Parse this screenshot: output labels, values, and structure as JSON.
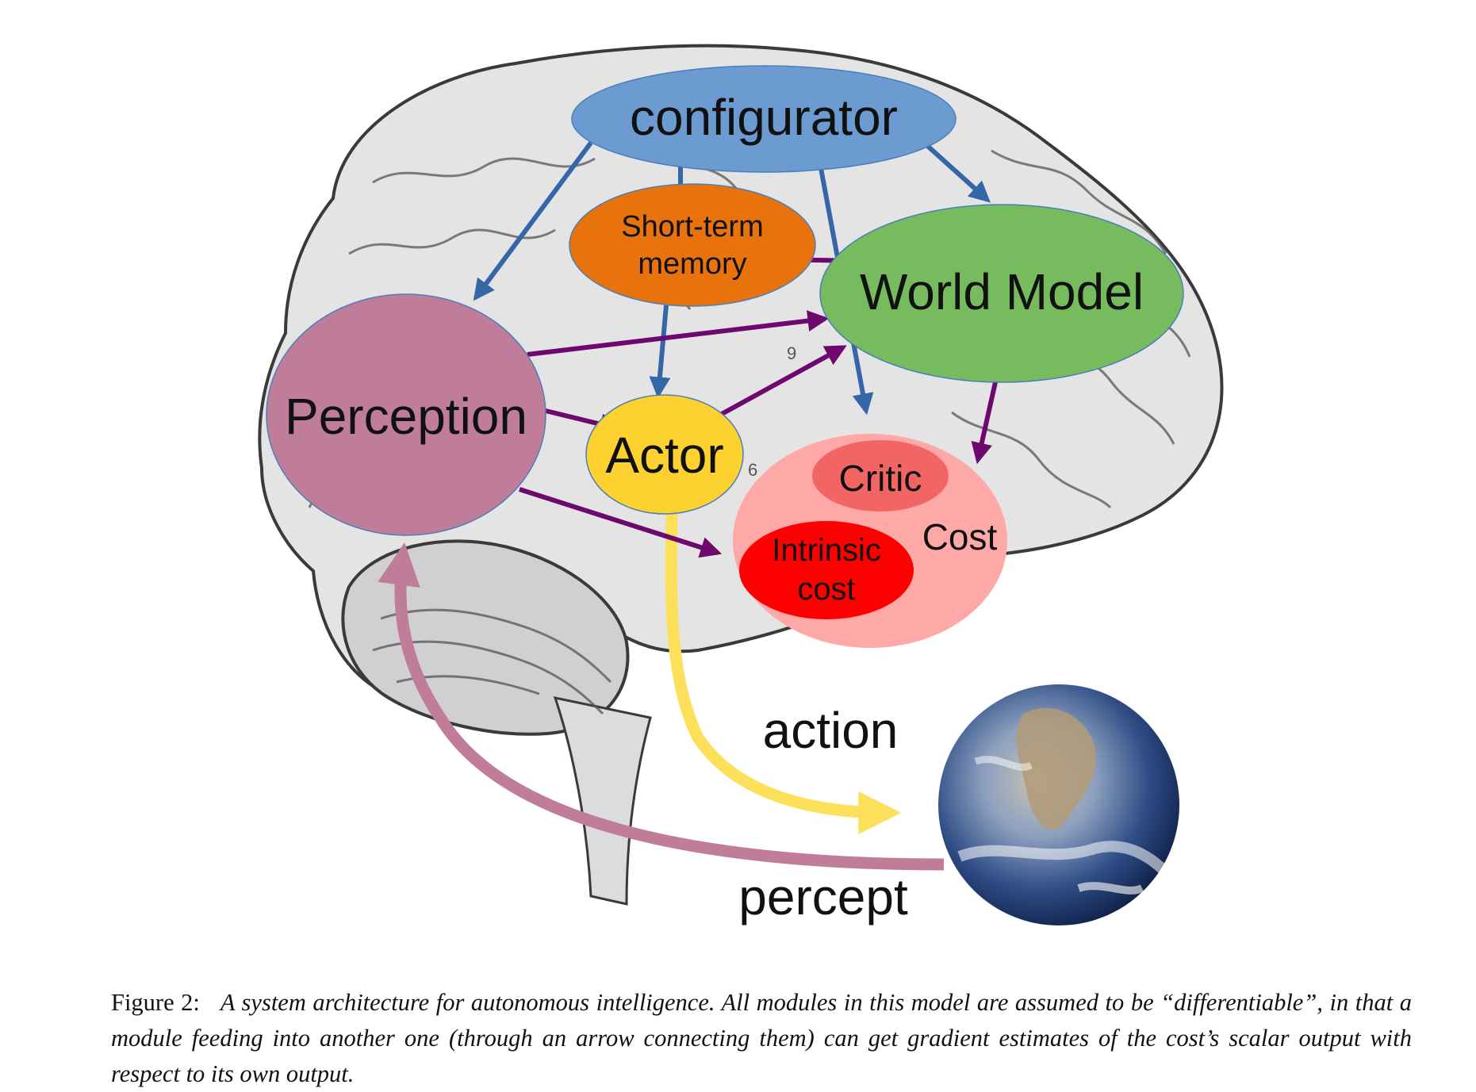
{
  "nodes": {
    "configurator": "configurator",
    "short_term_memory": [
      "Short-term",
      "memory"
    ],
    "world_model": "World Model",
    "perception": "Perception",
    "actor": "Actor",
    "critic": "Critic",
    "cost": "Cost",
    "intrinsic_cost": [
      "Intrinsic",
      "cost"
    ]
  },
  "edge_labels": {
    "action": "action",
    "percept": "percept"
  },
  "brain_markers": [
    "9",
    "6"
  ],
  "colors": {
    "configurator": "#6b9bd1",
    "short_term_memory": "#e8720c",
    "world_model": "#77bb5f",
    "perception": "#c07d9a",
    "actor": "#fdd130",
    "cost": "#ffa8a8",
    "critic": "#f26565",
    "intrinsic_cost": "#ff0000",
    "blue_arrow": "#3566a8",
    "purple_arrow": "#6e086e",
    "action_arrow": "#fde05a",
    "percept_arrow": "#c07d9a"
  },
  "caption": {
    "label": "Figure 2:",
    "text": "A system architecture for autonomous intelligence. All modules in this model are assumed to be “differentiable”, in that a module feeding into another one (through an arrow connecting them) can get gradient estimates of the cost’s scalar output with respect to its own output."
  }
}
